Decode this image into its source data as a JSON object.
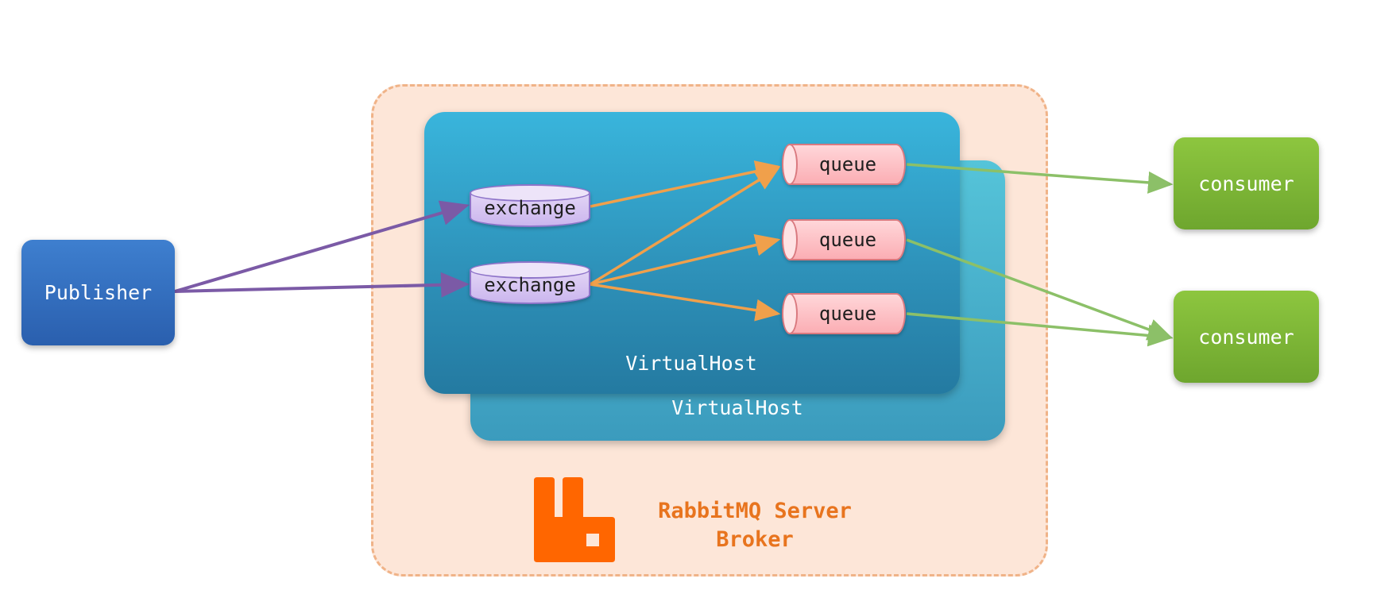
{
  "broker": {
    "title": "RabbitMQ Server",
    "subtitle": "Broker"
  },
  "vhosts": {
    "front_label": "VirtualHost",
    "back_label": "VirtualHost"
  },
  "publisher": {
    "label": "Publisher"
  },
  "exchanges": [
    {
      "label": "exchange"
    },
    {
      "label": "exchange"
    }
  ],
  "queues": [
    {
      "label": "queue"
    },
    {
      "label": "queue"
    },
    {
      "label": "queue"
    }
  ],
  "consumers": [
    {
      "label": "consumer"
    },
    {
      "label": "consumer"
    }
  ],
  "colors": {
    "publisher_arrow": "#7b5aa6",
    "exchange_arrow": "#f0a04b",
    "queue_arrow": "#8cc068",
    "logo": "#ff6600"
  }
}
